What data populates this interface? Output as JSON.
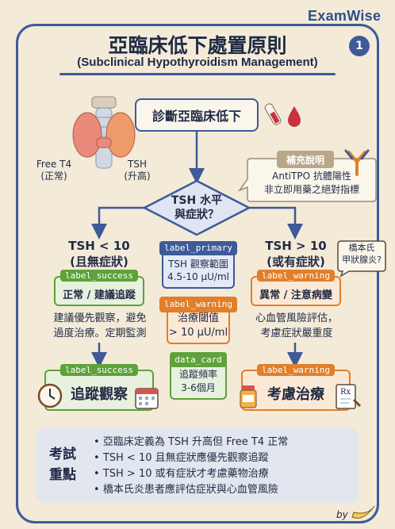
{
  "brand": "ExamWise",
  "page_number": "1",
  "title": "亞臨床低下處置原則",
  "subtitle": "(Subclinical Hypothyroidism Management)",
  "thyroid": {
    "left_label": "Free T4",
    "left_sub": "(正常)",
    "right_label": "TSH",
    "right_sub": "(升高)"
  },
  "diagnosis": "診斷亞臨床低下",
  "side_note": {
    "title": "補充說明",
    "line1": "AntiTPO 抗體陽性",
    "line2": "非立即用藥之絕對指標"
  },
  "decision": {
    "line1": "TSH 水平",
    "line2": "與症狀？"
  },
  "left_branch": {
    "head1": "TSH < 10",
    "head2": "(且無症狀)",
    "tag": "label_success",
    "status": "正常 / 建議追蹤",
    "desc1": "建議優先觀察，避免",
    "desc2": "過度治療。定期監測",
    "result_tag": "label_success",
    "result": "追蹤觀察"
  },
  "right_branch": {
    "head1": "TSH > 10",
    "head2": "(或有症狀)",
    "tag": "label_warning",
    "status": "異常 / 注意病變",
    "desc1": "心血管風險評估，",
    "desc2": "考慮症狀嚴重度",
    "result_tag": "label_warning",
    "result": "考慮治療"
  },
  "center": {
    "primary_tag": "label_primary",
    "primary_line1": "TSH 觀察範圍",
    "primary_line2": "4.5-10 μU/ml",
    "warning_tag": "label_warning",
    "warning_line1": "治療閾值",
    "warning_line2": "> 10 μU/ml",
    "data_tag": "data_card",
    "data_line1": "追蹤頻率",
    "data_line2": "3-6個月"
  },
  "bubble": {
    "line1": "橋本氏",
    "line2": "甲狀腺炎?"
  },
  "key_points": {
    "title1": "考試",
    "title2": "重點",
    "items": [
      "亞臨床定義為 TSH 升高但 Free T4 正常",
      "TSH < 10 且無症狀應優先觀察追蹤",
      "TSH > 10 或有症狀才考慮藥物治療",
      "橋本氏炎患者應評估症狀與心血管風險"
    ]
  },
  "signature": "by",
  "colors": {
    "primary": "#3d5a99",
    "success": "#5da23a",
    "warning": "#e17f2a",
    "background": "#f3ead8"
  }
}
